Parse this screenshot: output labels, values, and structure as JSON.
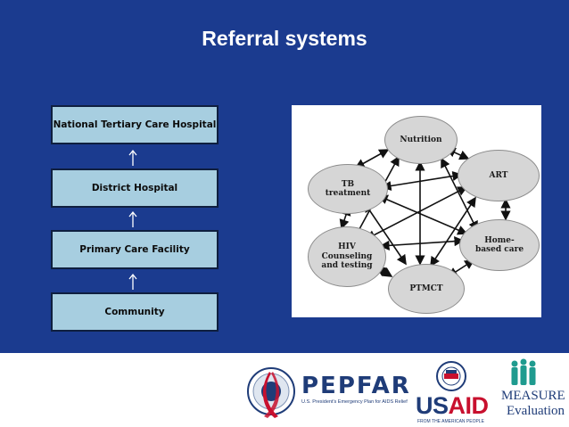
{
  "slide": {
    "title": "Referral systems"
  },
  "hierarchy": {
    "levels": [
      "National Tertiary Care Hospital",
      "District Hospital",
      "Primary Care Facility",
      "Community"
    ],
    "arrow_glyph": "up-arrow-icon"
  },
  "network": {
    "nodes": {
      "nutrition": "Nutrition",
      "tb": "TB\ntreatment",
      "art": "ART",
      "hiv": "HIV\nCounseling\nand testing",
      "home": "Home-\nbased care",
      "ptmct": "PTMCT"
    }
  },
  "logos": {
    "pepfar": {
      "word": "PEPFAR",
      "tagline": "U.S. President's Emergency Plan for AIDS Relief"
    },
    "usaid": {
      "us": "US",
      "aid": "AID",
      "tagline": "FROM THE AMERICAN PEOPLE"
    },
    "measure": {
      "line1": "MEASURE",
      "line2": "Evaluation"
    }
  },
  "colors": {
    "background": "#1b3b8f",
    "box_fill": "#a7cee0",
    "node_fill": "#d6d6d6",
    "usaid_red": "#c8102e",
    "brand_navy": "#1f3c78"
  }
}
